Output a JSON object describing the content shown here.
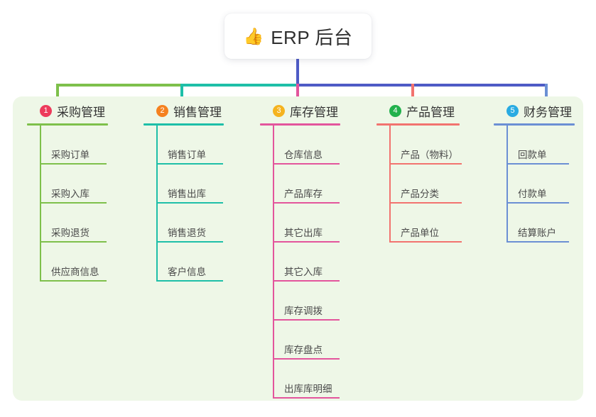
{
  "root": {
    "icon": "thumbs-up-icon",
    "icon_glyph": "👍",
    "title": "ERP 后台"
  },
  "palette": {
    "panel_bg": "#eef7e7",
    "root_bg": "#ffffff",
    "green": "#7EC04B",
    "teal": "#1EBFA8",
    "pink": "#E3559C",
    "salmon": "#F2736F",
    "blue": "#6B8FD4",
    "stem_blue": "#4E5BC6",
    "badge_1": "#ED3B5B",
    "badge_2": "#F5811F",
    "badge_3": "#F5B31F",
    "badge_4": "#22B14C",
    "badge_5": "#29ABE2"
  },
  "columns": [
    {
      "number": "1",
      "title": "采购管理",
      "accent": "#7EC04B",
      "badge_color": "#ED3B5B",
      "items": [
        "采购订单",
        "采购入库",
        "采购退货",
        "供应商信息"
      ]
    },
    {
      "number": "2",
      "title": "销售管理",
      "accent": "#1EBFA8",
      "badge_color": "#F5811F",
      "items": [
        "销售订单",
        "销售出库",
        "销售退货",
        "客户信息"
      ]
    },
    {
      "number": "3",
      "title": "库存管理",
      "accent": "#E3559C",
      "badge_color": "#F5B31F",
      "items": [
        "仓库信息",
        "产品库存",
        "其它出库",
        "其它入库",
        "库存调拨",
        "库存盘点",
        "出库库明细"
      ]
    },
    {
      "number": "4",
      "title": "产品管理",
      "accent": "#F2736F",
      "badge_color": "#22B14C",
      "items": [
        "产品（物料）",
        "产品分类",
        "产品单位"
      ]
    },
    {
      "number": "5",
      "title": "财务管理",
      "accent": "#6B8FD4",
      "badge_color": "#29ABE2",
      "items": [
        "回款单",
        "付款单",
        "结算账户"
      ]
    }
  ]
}
